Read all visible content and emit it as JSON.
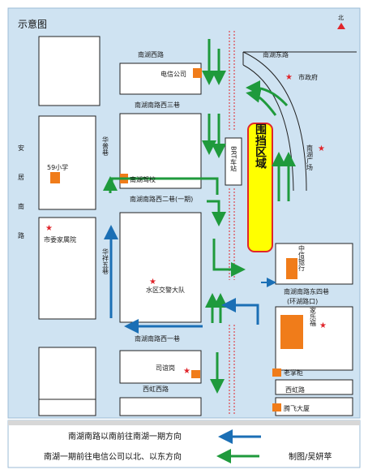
{
  "title": "示意图",
  "north": "北",
  "credit": "制图/吴妍苹",
  "colors": {
    "background": "#cfe3f2",
    "block_fill": "#ffffff",
    "block_stroke": "#222222",
    "zone_fill": "#ffff00",
    "zone_stroke": "#e0252b",
    "green_arrow": "#1f9a3c",
    "blue_arrow": "#1b6fb5",
    "orange_marker": "#f07c1a",
    "red_star": "#e0252b",
    "barrier": "#e0252b"
  },
  "roads": {
    "nanhu_west": "南湖西路",
    "nanhu_east": "南湖东路",
    "nanhunan_west3": "南湖南路西三巷",
    "nanhunan_west2": "南湖南路西二巷(一期)",
    "nanhunan_west1": "南湖南路西一巷",
    "nanhunan_east4": "南湖南路东四巷",
    "huanhu_kou": "(环湖路口)",
    "xihong": "西虹西路",
    "xihong_road": "西虹路",
    "huapu": "华普巷",
    "huaxiang5": "华祥五巷",
    "anju": "安居南路"
  },
  "places": {
    "telecom": "电信公司",
    "gov": "市政府",
    "brt": "BRT车站",
    "nanhu_square": "南湖广场",
    "zone": "围挡区域",
    "school59": "59小学",
    "jiaxiao": "南湖驾校",
    "elder_home": "市委家属院",
    "citic": "中信银行",
    "jiale": "家乐福",
    "traffic": "水区交警大队",
    "siliu": "司谊岗",
    "laozhang": "老掌柜",
    "tengfei": "腾飞大厦"
  },
  "legend": {
    "blue": "南湖南路以南前往南湖一期方向",
    "green": "南湖一期前往电信公司以北、以东方向"
  }
}
